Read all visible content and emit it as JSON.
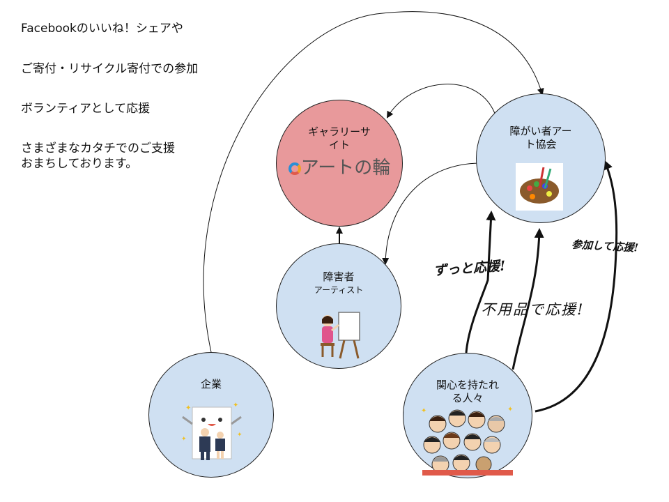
{
  "notes": [
    "Facebookのいいね！シェアや",
    "ご寄付・リサイクル寄付での参加",
    "ボランティアとして応援",
    "さまざまなカタチでのご支援\nおまちしております。"
  ],
  "nodes": {
    "gallery": {
      "title": "ギャラリーサ\nイト",
      "logo_text": "アートの輪",
      "color": "#e8999b"
    },
    "association": {
      "title": "障がい者アー\nト協会",
      "color": "#cfe0f2"
    },
    "artist": {
      "title": "障害者",
      "subtitle": "アーティスト",
      "color": "#cfe0f2"
    },
    "company": {
      "title": "企業",
      "color": "#cfe0f2"
    },
    "people": {
      "title": "関心を持たれ\nる人々",
      "color": "#cfe0f2"
    }
  },
  "labels": {
    "always": "ずっと応援!",
    "unused": "不用品で応援!",
    "join": "参加して応援!"
  }
}
